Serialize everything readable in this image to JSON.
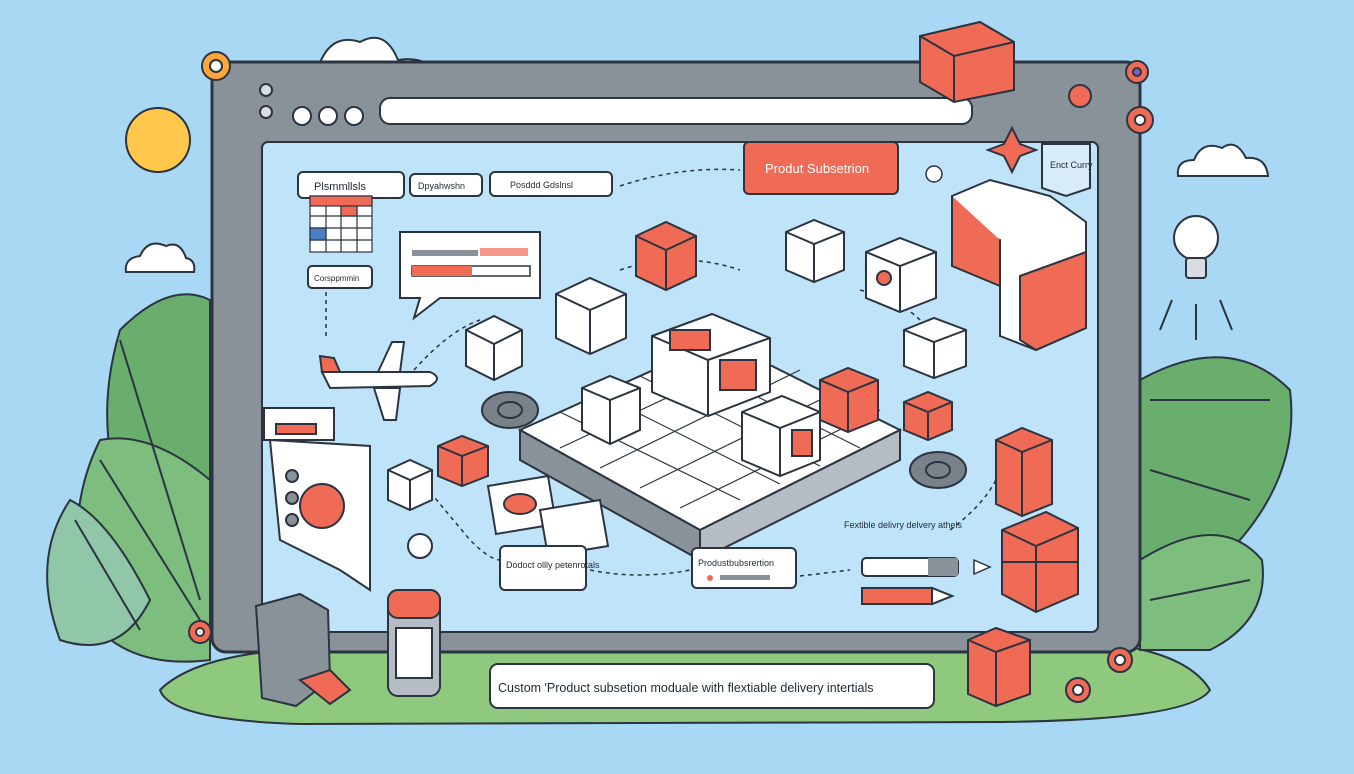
{
  "browser": {
    "address_bar": ""
  },
  "labels": {
    "product_subscription_button": "Produt Subsetrion",
    "tab_1": "Plsmmllsls",
    "tab_2": "Dpyahwshn",
    "tab_3": "Posddd Gdslnsl",
    "side_label": "Corsppmmin",
    "flexible_delivery": "Fextible delivry delvery athels",
    "dodoct_options": "Dodoct ollly petenrotals",
    "product_subscription_small": "Produstbubsrertion",
    "corner_note": "Enct Curry",
    "bottom_banner": "Custom 'Product subsetion moduale with flextiable delivery intertials"
  },
  "colors": {
    "sky": "#a9d8f5",
    "frame": "#8a9299",
    "screen": "#bfe3f8",
    "accent": "#ef6b55",
    "leaf": "#6aae6e",
    "ground": "#8fc97d",
    "ink": "#2b3440"
  },
  "icons": [
    "gear-icon",
    "cloud-icon",
    "sun-icon",
    "airplane-icon",
    "lightbulb-icon",
    "pencil-icon",
    "spiral-icon",
    "sparkle-icon"
  ]
}
